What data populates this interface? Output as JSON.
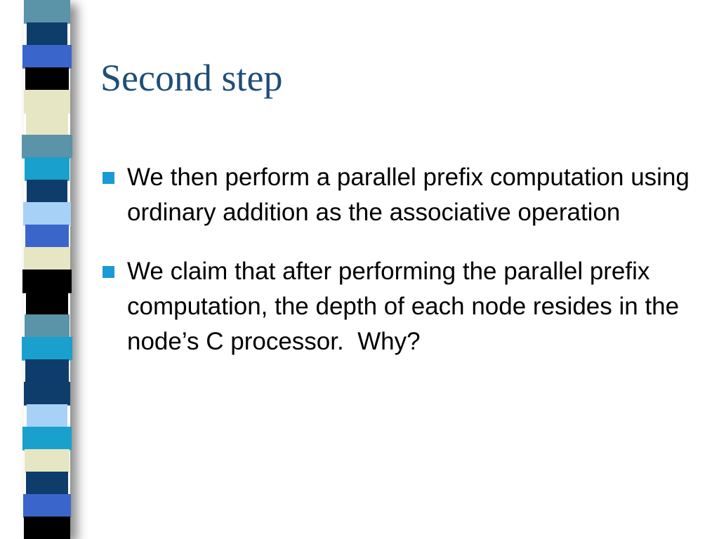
{
  "slide": {
    "title": "Second step",
    "bullets": [
      {
        "text": "We then perform a parallel prefix computation using ordinary addition as the associative operation"
      },
      {
        "text": "We claim that after performing the parallel prefix computation, the depth of each node resides in the node’s C processor.  Why?"
      }
    ]
  },
  "colors": {
    "title": "#1f4e79",
    "bullet_marker": "#1a9ad6",
    "stripe_palette": [
      "#5b93a8",
      "#0f3d6b",
      "#3a66cc",
      "#000000",
      "#e6e6c4",
      "#1aa0cc",
      "#a7d1f7"
    ]
  },
  "stripe_sequence": [
    0,
    1,
    2,
    3,
    4,
    4,
    0,
    5,
    1,
    6,
    2,
    4,
    3,
    3,
    0,
    5,
    1,
    1,
    6,
    5,
    4,
    1,
    2,
    3
  ]
}
